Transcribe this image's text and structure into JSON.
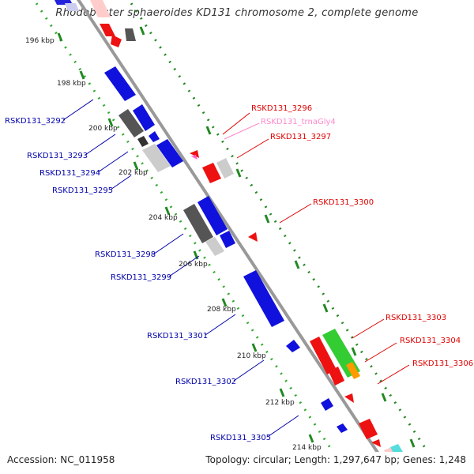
{
  "title": "Rhodobacter sphaeroides KD131 chromosome 2, complete genome",
  "accession": "Accession: NC_011958",
  "topology": "Topology: circular; Length: 1,297,647 bp; Genes: 1,248",
  "colors": {
    "forward_label": "#e00000",
    "reverse_label": "#0000aa",
    "trna_label": "#ff88cc",
    "backbone": "#999999",
    "tick_left": "#33aa33",
    "tick_right": "#228822"
  },
  "ruler_labels": [
    "196 kbp",
    "198 kbp",
    "200 kbp",
    "202 kbp",
    "204 kbp",
    "206 kbp",
    "208 kbp",
    "210 kbp",
    "212 kbp",
    "214 kbp"
  ],
  "gene_labels_left": [
    "RSKD131_3292",
    "RSKD131_3293",
    "RSKD131_3294",
    "RSKD131_3295",
    "RSKD131_3298",
    "RSKD131_3299",
    "RSKD131_3301",
    "RSKD131_3302",
    "RSKD131_3305"
  ],
  "gene_labels_right": [
    "RSKD131_3296",
    "RSKD131_trnaGly4",
    "RSKD131_3297",
    "RSKD131_3300",
    "RSKD131_3303",
    "RSKD131_3304",
    "RSKD131_3306"
  ]
}
